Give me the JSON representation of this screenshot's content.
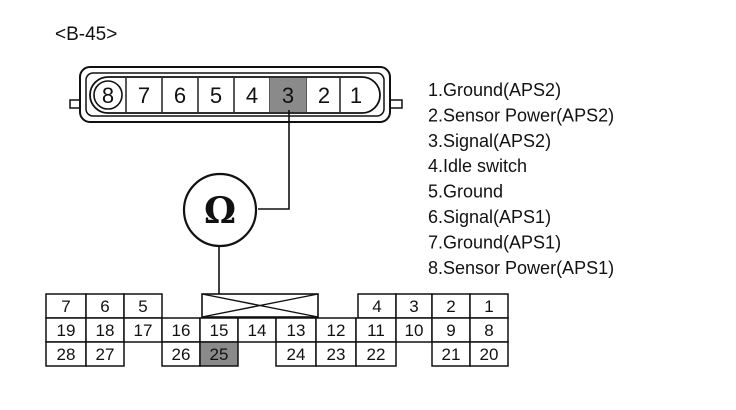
{
  "connector_title": "<B-45>",
  "meter_symbol": "Ω",
  "top_pins": [
    "8",
    "7",
    "6",
    "5",
    "4",
    "3",
    "2",
    "1"
  ],
  "top_highlighted_pin": "3",
  "pin_descriptions": [
    "1.Ground(APS2)",
    "2.Sensor Power(APS2)",
    "3.Signal(APS2)",
    "4.Idle switch",
    "5.Ground",
    "6.Signal(APS1)",
    "7.Ground(APS1)",
    "8.Sensor Power(APS1)"
  ],
  "bottom_rows": [
    [
      "7",
      "6",
      "5",
      "4",
      "3",
      "2",
      "1"
    ],
    [
      "19",
      "18",
      "17",
      "16",
      "15",
      "14",
      "13",
      "12",
      "11",
      "10",
      "9",
      "8"
    ],
    [
      "28",
      "27",
      "26",
      "25",
      "24",
      "23",
      "22",
      "21",
      "20"
    ]
  ],
  "bottom_highlighted_pin": "25",
  "colors": {
    "line": "#111111",
    "highlight": "#8a8a8a",
    "background": "#ffffff"
  }
}
